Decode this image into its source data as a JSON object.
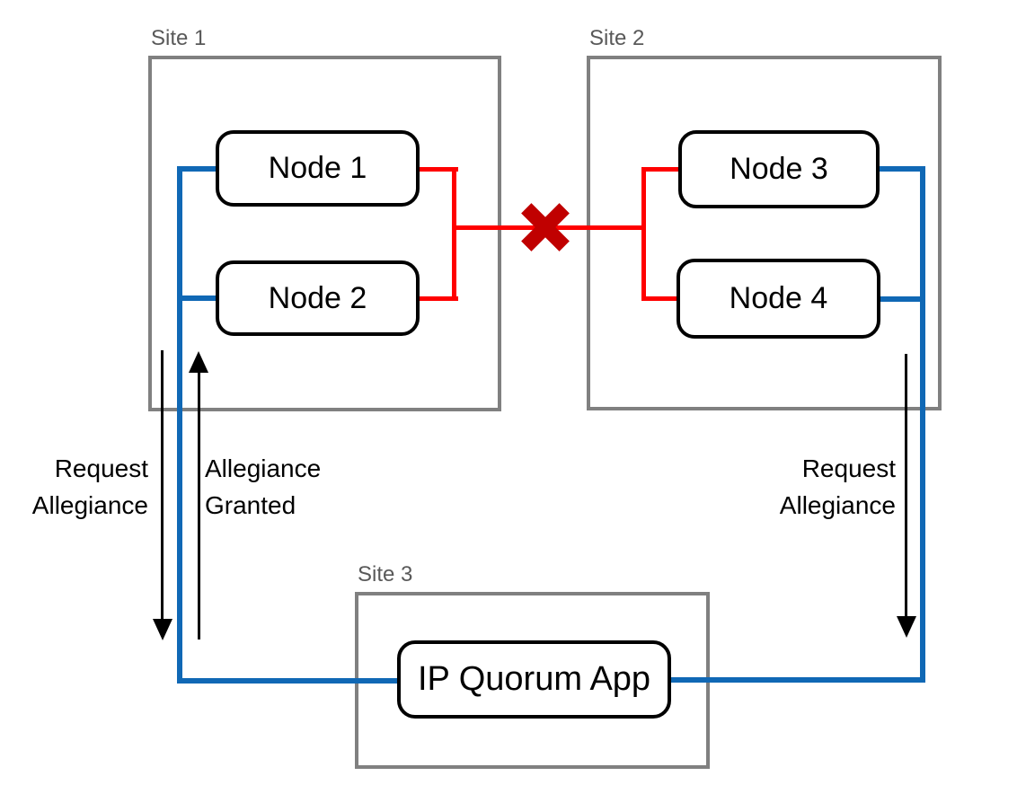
{
  "colors": {
    "background": "#ffffff",
    "broken_link": "#ff0000",
    "x_mark": "#c00000",
    "quorum_link": "#1068b5",
    "site_border": "#808080",
    "site_label_text": "#595959",
    "node_border": "#000000",
    "node_text": "#000000",
    "arrow": "#000000"
  },
  "sites": [
    {
      "label": "Site 1"
    },
    {
      "label": "Site 2"
    },
    {
      "label": "Site 3"
    }
  ],
  "nodes": [
    {
      "label": "Node 1"
    },
    {
      "label": "Node 2"
    },
    {
      "label": "Node 3"
    },
    {
      "label": "Node 4"
    },
    {
      "label": "IP Quorum App"
    }
  ],
  "annotations": {
    "request_left": {
      "line1": "Request",
      "line2": "Allegiance"
    },
    "granted": {
      "line1": "Allegiance",
      "line2": "Granted"
    },
    "request_right": {
      "line1": "Request",
      "line2": "Allegiance"
    }
  },
  "icons": {
    "broken_link": "x-mark-icon",
    "request_left_arrow": "down-arrow-icon",
    "granted_arrow": "up-arrow-icon",
    "request_right_arrow": "down-arrow-icon"
  }
}
